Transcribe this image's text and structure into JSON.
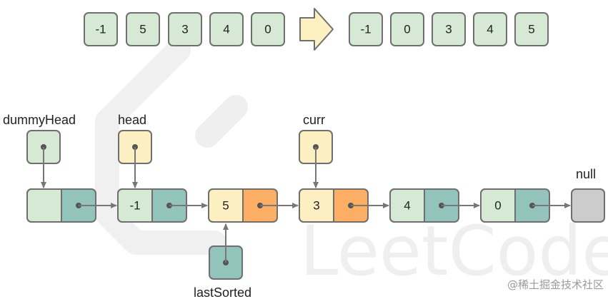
{
  "colors": {
    "green": "#d5e9d4",
    "teal": "#92c4bc",
    "yellow": "#fcf0c2",
    "orange": "#fcae65",
    "gray": "#cccccc",
    "border": "#6f6f6f",
    "arrow_fill": "#fdf1c2"
  },
  "top": {
    "before": [
      "-1",
      "5",
      "3",
      "4",
      "0"
    ],
    "after": [
      "-1",
      "0",
      "3",
      "4",
      "5"
    ]
  },
  "pointers": {
    "dummy": "dummyHead",
    "head": "head",
    "curr": "curr",
    "last": "lastSorted",
    "null": "null"
  },
  "list": {
    "dummy_value": "",
    "values": [
      "-1",
      "5",
      "3",
      "4",
      "0"
    ]
  },
  "watermark": {
    "brand": "LeetCode",
    "credit": "@稀土掘金技术社区"
  }
}
